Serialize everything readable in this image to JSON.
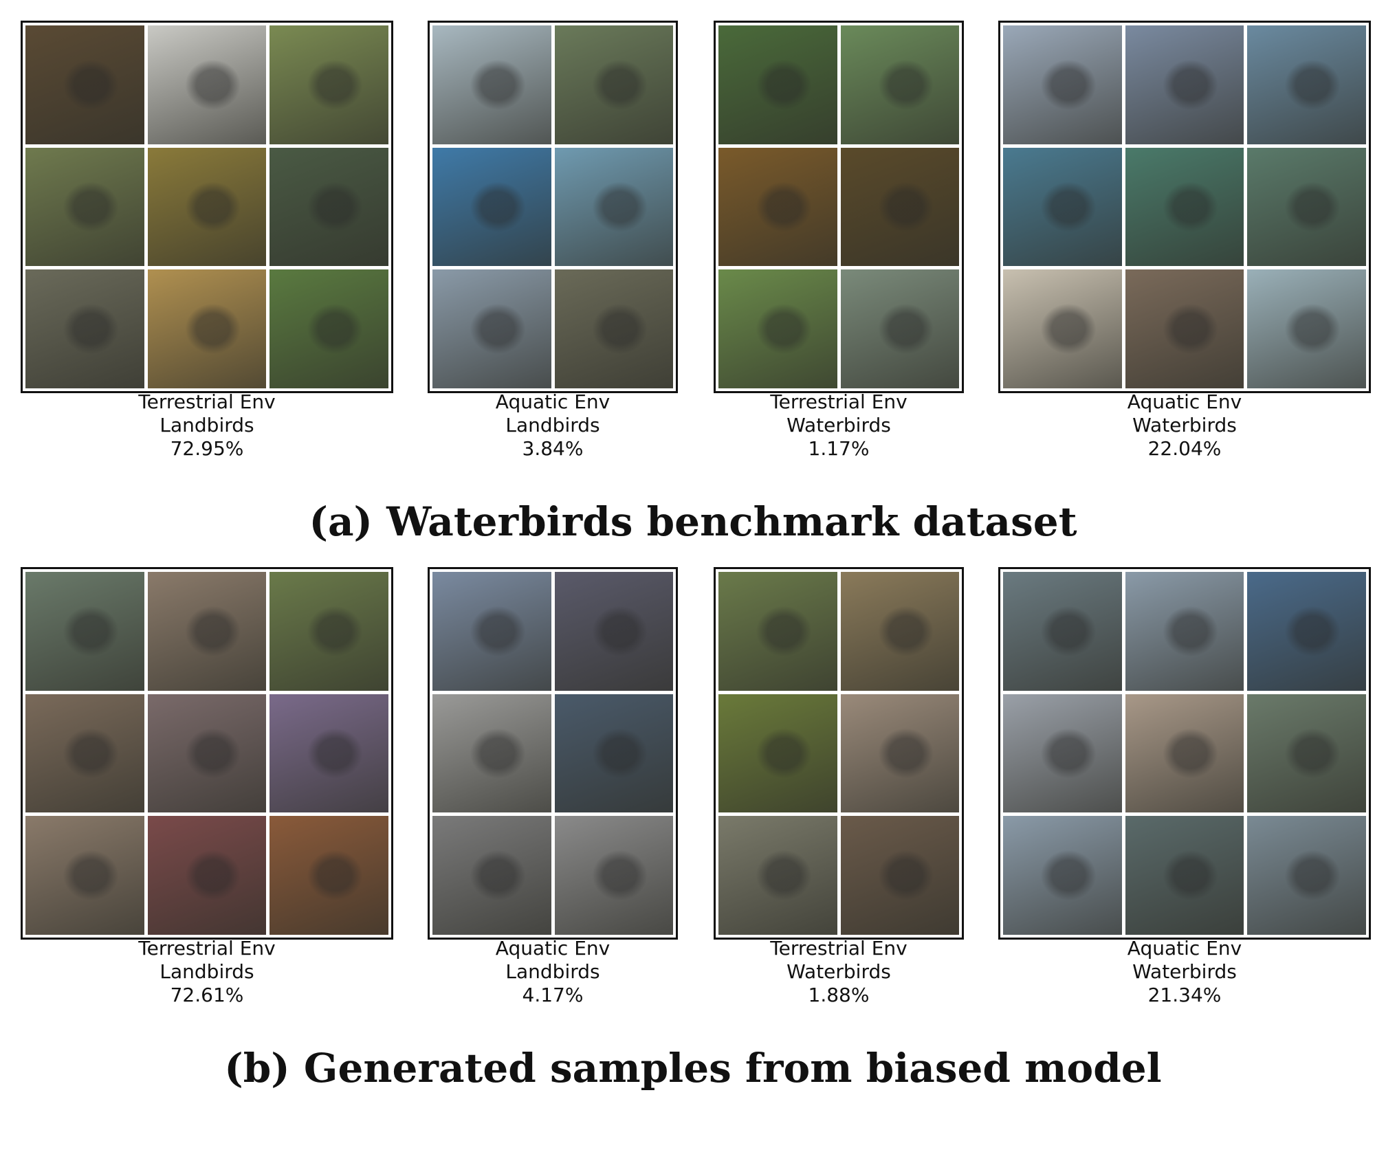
{
  "panels": [
    {
      "caption": "(a) Waterbirds benchmark dataset",
      "groups": [
        {
          "env": "Terrestrial Env",
          "bird": "Landbirds",
          "percent": "72.95%",
          "cols": 3,
          "rows": 3,
          "colors": [
            "#5a4a34",
            "#c9c9c4",
            "#7a8a52",
            "#6f7a4e",
            "#8a7a3a",
            "#4a5a44",
            "#6a6a5a",
            "#b09050",
            "#5a7a40"
          ]
        },
        {
          "env": "Aquatic Env",
          "bird": "Landbirds",
          "percent": "3.84%",
          "cols": 2,
          "rows": 3,
          "colors": [
            "#a8b8c0",
            "#6a7a5a",
            "#3f7aa8",
            "#6f9ab0",
            "#8a9aa8",
            "#6a6a58"
          ]
        },
        {
          "env": "Terrestrial Env",
          "bird": "Waterbirds",
          "percent": "1.17%",
          "cols": 2,
          "rows": 3,
          "colors": [
            "#4a6a3a",
            "#6a8a5a",
            "#7a5a2a",
            "#5a4a2a",
            "#6a8a4a",
            "#7a8a7a"
          ]
        },
        {
          "env": "Aquatic Env",
          "bird": "Waterbirds",
          "percent": "22.04%",
          "cols": 3,
          "rows": 3,
          "colors": [
            "#9aa8b8",
            "#7a8aa0",
            "#6a8aa0",
            "#4a7a90",
            "#4a7a6a",
            "#5a7a6a",
            "#c8c0b0",
            "#7a6a5a",
            "#9ab0b8"
          ]
        }
      ]
    },
    {
      "caption": "(b) Generated samples from biased model",
      "groups": [
        {
          "env": "Terrestrial Env",
          "bird": "Landbirds",
          "percent": "72.61%",
          "cols": 3,
          "rows": 3,
          "colors": [
            "#6a7a6a",
            "#8a7a6a",
            "#6a7a4a",
            "#7a6a5a",
            "#7a6a6a",
            "#7a6a8a",
            "#8a7a6a",
            "#7a4a4a",
            "#8a5a3a"
          ]
        },
        {
          "env": "Aquatic Env",
          "bird": "Landbirds",
          "percent": "4.17%",
          "cols": 2,
          "rows": 3,
          "colors": [
            "#7a8aa0",
            "#5a5a6a",
            "#9a9a98",
            "#4a5a6a",
            "#7a7a7a",
            "#8a8a8a"
          ]
        },
        {
          "env": "Terrestrial Env",
          "bird": "Waterbirds",
          "percent": "1.88%",
          "cols": 2,
          "rows": 3,
          "colors": [
            "#6a7a4a",
            "#8a7a5a",
            "#6a7a3a",
            "#9a8a7a",
            "#7a7a6a",
            "#6a5a4a"
          ]
        },
        {
          "env": "Aquatic Env",
          "bird": "Waterbirds",
          "percent": "21.34%",
          "cols": 3,
          "rows": 3,
          "colors": [
            "#6a7a80",
            "#8a9aa8",
            "#4a6a8a",
            "#9aa0a8",
            "#a89888",
            "#6a7a6a",
            "#8a9aa8",
            "#5a6a6a",
            "#7a8a94"
          ]
        }
      ]
    }
  ]
}
